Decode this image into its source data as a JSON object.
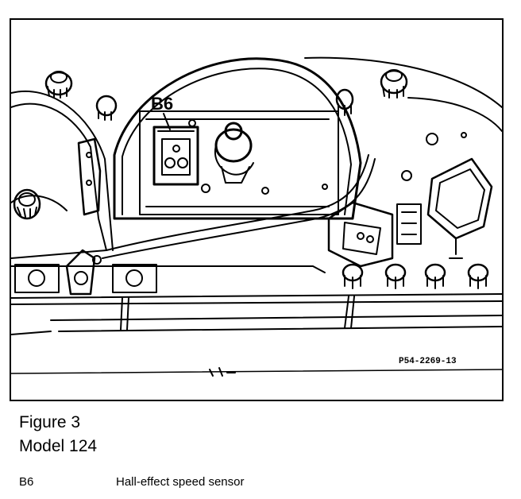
{
  "figure": {
    "title": "Figure 3",
    "model": "Model 124",
    "callout": "B6",
    "part_number": "P54-2269-13"
  },
  "legend": {
    "items": [
      {
        "code": "B6",
        "description": "Hall-effect speed sensor"
      }
    ]
  },
  "colors": {
    "ink": "#000000",
    "paper": "#ffffff"
  }
}
